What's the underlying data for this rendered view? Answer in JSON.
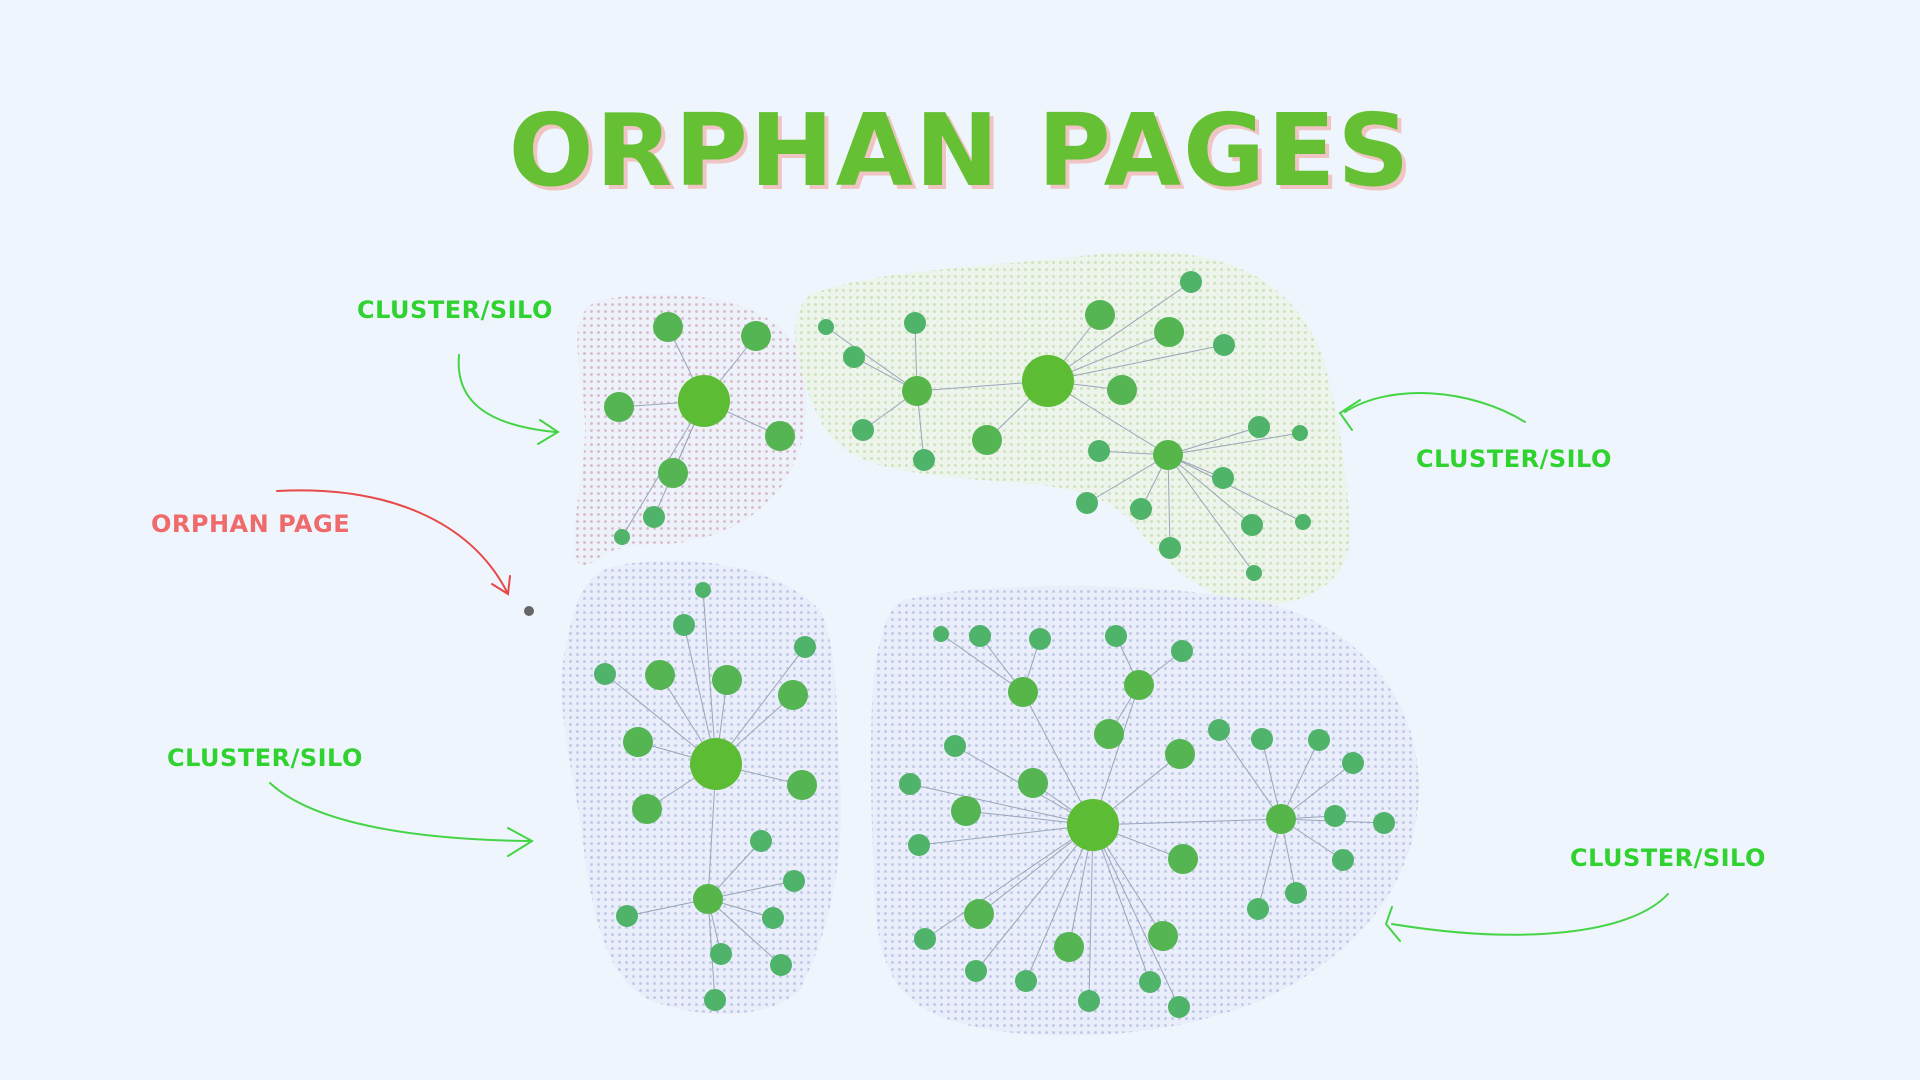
{
  "title": "ORPHAN PAGES",
  "labels": {
    "cluster_top_left": "CLUSTER/SILO",
    "cluster_top_right": "CLUSTER/SILO",
    "cluster_bottom_left": "CLUSTER/SILO",
    "cluster_bottom_right": "CLUSTER/SILO",
    "orphan": "ORPHAN PAGE"
  },
  "colors": {
    "background": "#eef5fd",
    "title": "#66c034",
    "title_shadow": "#f1c4c4",
    "cluster_label": "#2fd22f",
    "orphan_label": "#ef6a6a",
    "hub_node": "#5cbc34",
    "leaf_node": "#4fb36a",
    "edge": "#9aa6b8",
    "orphan_node": "#666666"
  }
}
